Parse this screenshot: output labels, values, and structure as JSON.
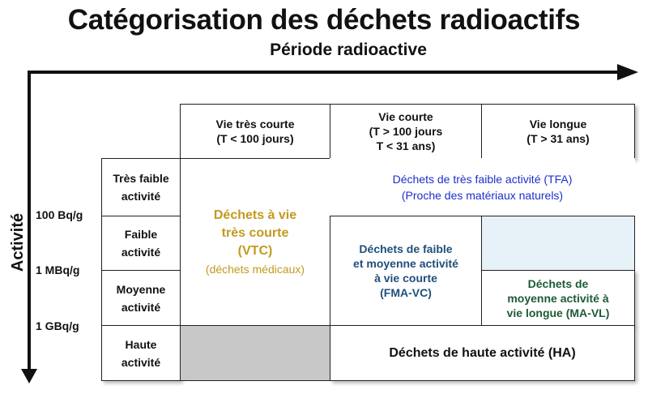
{
  "title": "Catégorisation des déchets radioactifs",
  "x_axis_label": "Période radioactive",
  "y_axis_label": "Activité",
  "thresholds": [
    "100 Bq/g",
    "1 MBq/g",
    "1 GBq/g"
  ],
  "columns": [
    {
      "line1": "Vie très courte",
      "line2": "(T < 100 jours)",
      "line3": ""
    },
    {
      "line1": "Vie courte",
      "line2": "(T > 100 jours",
      "line3": "T < 31 ans)"
    },
    {
      "line1": "Vie longue",
      "line2": "(T > 31 ans)",
      "line3": ""
    }
  ],
  "rows": [
    {
      "line1": "Très faible",
      "line2": "activité"
    },
    {
      "line1": "Faible",
      "line2": "activité"
    },
    {
      "line1": "Moyenne",
      "line2": "activité"
    },
    {
      "line1": "Haute",
      "line2": "activité"
    }
  ],
  "categories": {
    "vtc": {
      "line1": "Déchets à vie",
      "line2": "très courte",
      "line3": "(VTC)",
      "line4": "(déchets médicaux)"
    },
    "tfa": {
      "line1": "Déchets de très faible activité (TFA)",
      "line2": "(Proche des matériaux naturels)"
    },
    "fma": {
      "line1": "Déchets de faible",
      "line2": "et moyenne activité",
      "line3": "à vie courte",
      "line4": "(FMA-VC)"
    },
    "mavl": {
      "line1": "Déchets de",
      "line2": "moyenne activité à",
      "line3": "vie longue (MA-VL)"
    },
    "ha": {
      "line1": "Déchets de haute activité (HA)"
    }
  },
  "colors": {
    "vtc": "#c39a1d",
    "tfa": "#1c2fcc",
    "fma": "#1f4f7a",
    "mavl": "#1d5a35",
    "grey_cell": "#c8c8c8",
    "light_blue_cell": "#e6f1f8"
  }
}
